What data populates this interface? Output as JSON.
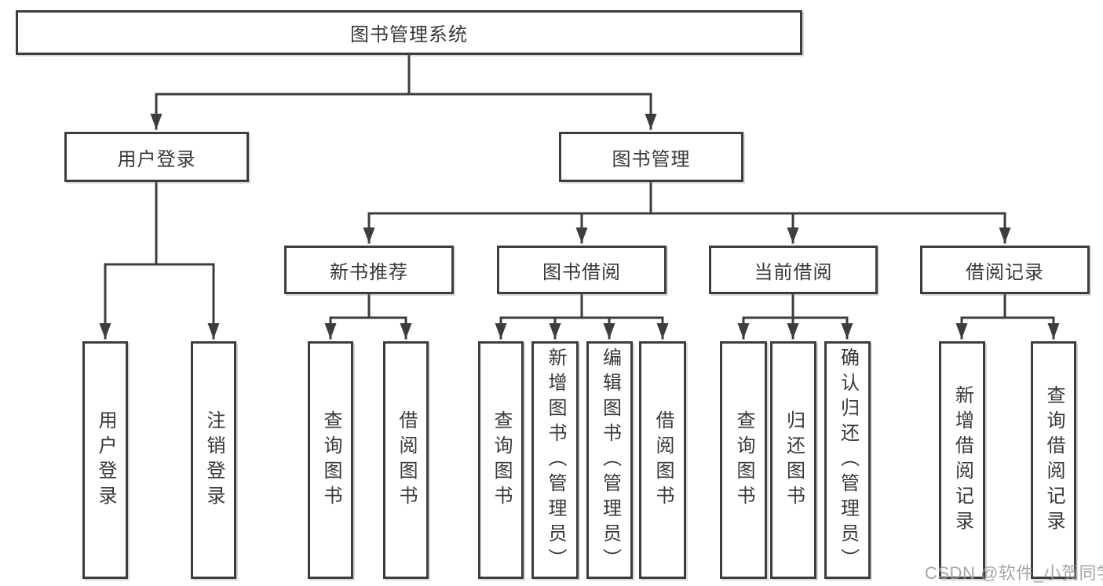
{
  "diagram": {
    "nodes": {
      "root": "图书管理系统",
      "user_login": "用户登录",
      "book_mgmt": "图书管理",
      "new_book_rec": "新书推荐",
      "book_borrow": "图书借阅",
      "current_borrow": "当前借阅",
      "borrow_records": "借阅记录",
      "leaves": [
        "用户登录",
        "注销登录",
        "查询图书",
        "借阅图书",
        "查询图书",
        "新增图书（管理员）",
        "编辑图书（管理员）",
        "借阅图书",
        "查询图书",
        "归还图书",
        "确认归还（管理员）",
        "新增借阅记录",
        "查询借阅记录"
      ]
    },
    "colors": {
      "line": "#3d3d3d",
      "text": "#383838",
      "background": "#ffffff",
      "watermark": "#9b9b9b"
    }
  },
  "watermark": {
    "text": "CSDN @软件_小贺同学"
  }
}
